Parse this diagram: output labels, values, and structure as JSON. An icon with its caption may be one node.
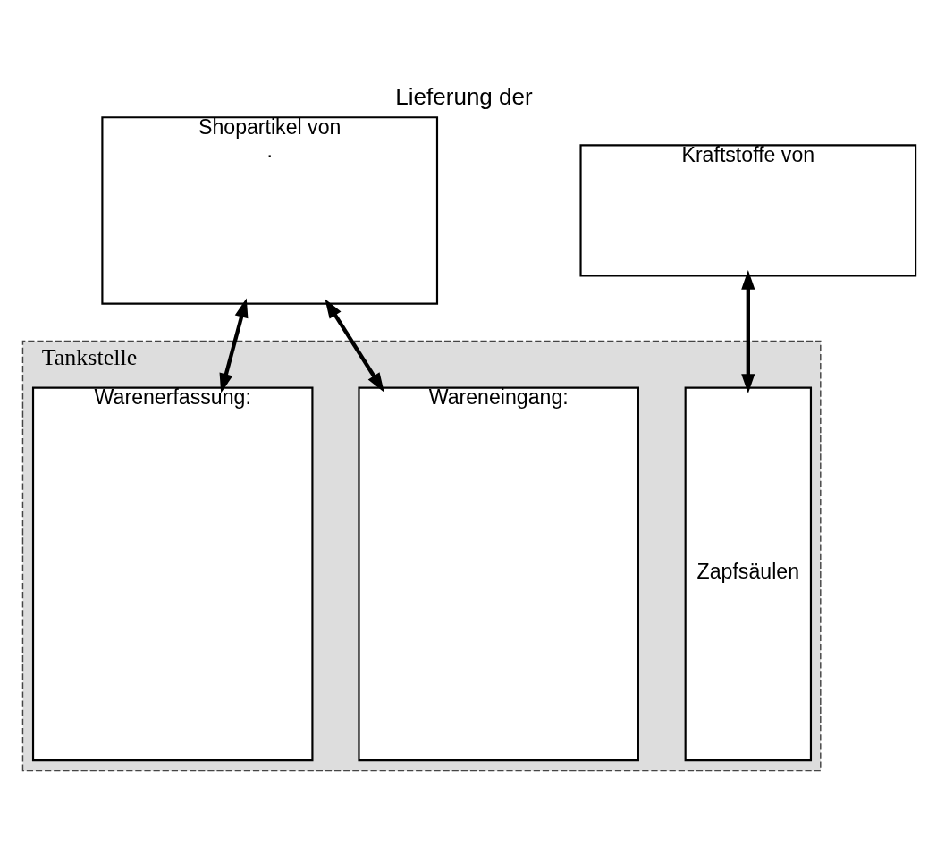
{
  "diagram": {
    "title": "Lieferung der",
    "nodes": [
      {
        "text": [
          "Shopartikel von",
          "."
        ]
      },
      {
        "text": [
          "Kraftstoffe von"
        ]
      },
      {
        "text": [
          "Tankstelle"
        ]
      },
      {
        "text": [
          "Wareneingang:"
        ],
        "in": 2
      },
      {
        "text": [
          "Warenerfassung:"
        ],
        "in": 2
      },
      {
        "text": [
          "Zapfsäulen"
        ],
        "in": 2
      }
    ],
    "edges": [
      {
        "from": 0,
        "to": 3,
        "arrow": "both"
      },
      {
        "from": 0,
        "to": 4,
        "arrow": "both"
      },
      {
        "from": 1,
        "to": 5,
        "arrow": "both"
      }
    ]
  }
}
